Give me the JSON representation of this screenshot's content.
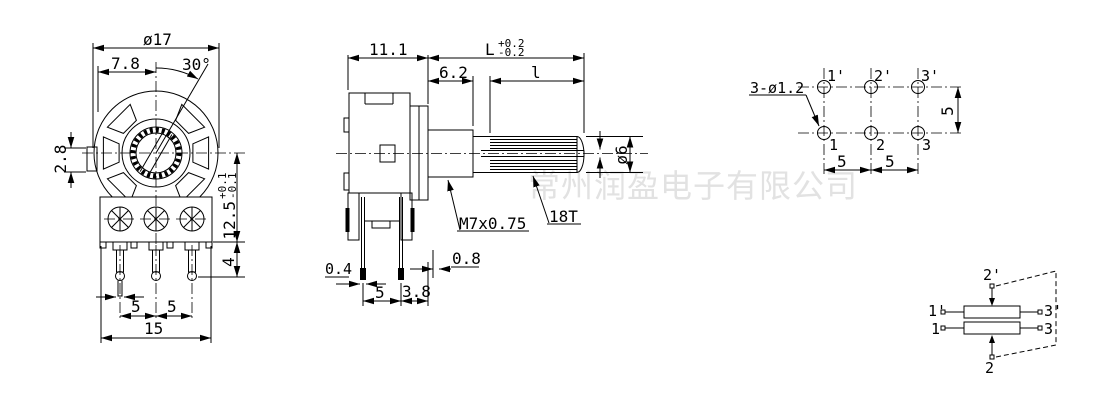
{
  "watermark": "常州润盈电子有限公司",
  "front_view": {
    "diameter_label": "ø17",
    "flat_width_label": "7.8",
    "angle_label": "30°",
    "tab_height_label": "2.8",
    "center_height_label": "12.5",
    "center_height_tol_upper": "+0.1",
    "center_height_tol_lower": "-0.1",
    "pin_exposed_label": "4",
    "pin_pitch_label_1": "5",
    "pin_pitch_label_2": "5",
    "body_width_label": "15"
  },
  "side_view": {
    "body_depth_label": "11.1",
    "shaft_length_label": "L",
    "shaft_length_tol_upper": "+0.2",
    "shaft_length_tol_lower": "-0.2",
    "bushing_length_label": "6.2",
    "knurl_length_label": "l",
    "shaft_diameter_label": "ø6",
    "thread_label": "M7x0.75",
    "knurl_teeth_label": "18T",
    "pin_thickness_label": "0.4",
    "pin_pitch_label": "5",
    "pin_offset_label": "3.8",
    "flange_thickness_label": "0.8"
  },
  "pcb_layout": {
    "hole_callout": "3-ø1.2",
    "row_pitch_label": "5",
    "col_pitch_label_1": "5",
    "col_pitch_label_2": "5",
    "top_pins": [
      "1'",
      "2'",
      "3'"
    ],
    "bottom_pins": [
      "1",
      "2",
      "3"
    ]
  },
  "schematic": {
    "gang1_left": "1'",
    "gang1_wiper": "2'",
    "gang1_right": "3'",
    "gang2_left": "1",
    "gang2_wiper": "2",
    "gang2_right": "3"
  },
  "colors": {
    "line": "#000000",
    "watermark": "#e2e2e2",
    "background": "#ffffff"
  }
}
